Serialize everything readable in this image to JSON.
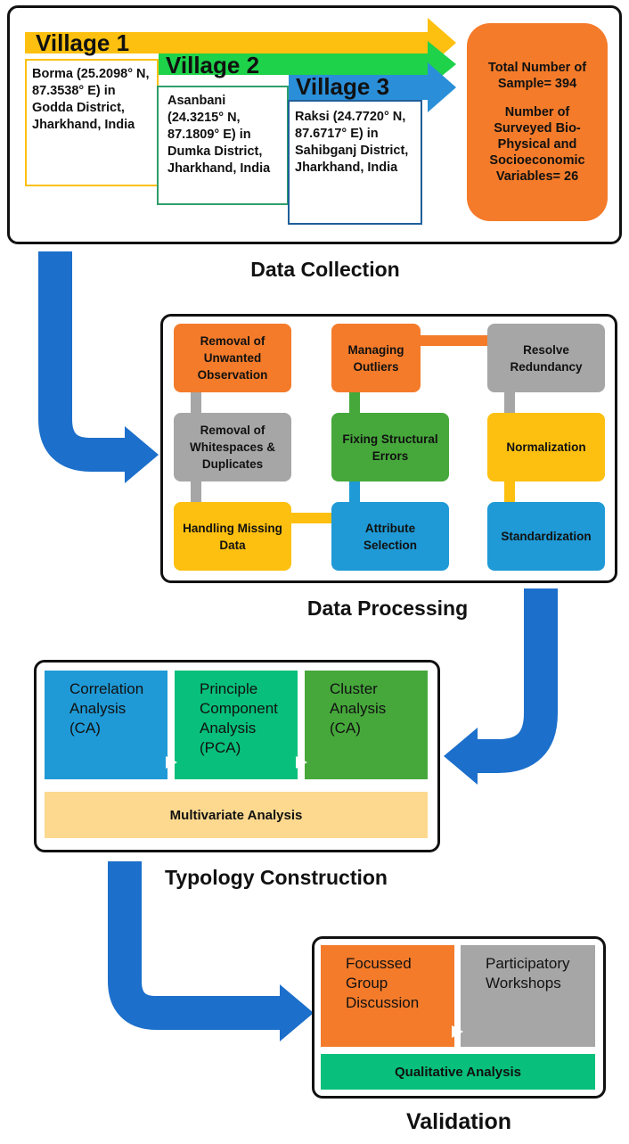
{
  "colors": {
    "orange": "#f47b2a",
    "gray": "#a6a6a6",
    "green": "#46a83b",
    "yellow": "#fdc010",
    "blue": "#1f9ad6",
    "teal_green": "#08c07b",
    "arrow_blue": "#1c6fcb",
    "village1": "#fdc010",
    "village2": "#1ed24a",
    "village3": "#2a8fd8"
  },
  "data_collection": {
    "title": "Data Collection",
    "villages": [
      {
        "label": "Village 1",
        "location": "Borma (25.2098° N, 87.3538° E) in Godda District, Jharkhand, India"
      },
      {
        "label": "Village 2",
        "location": "Asanbani (24.3215° N, 87.1809° E) in Dumka District, Jharkhand, India"
      },
      {
        "label": "Village 3",
        "location": "Raksi (24.7720° N, 87.6717° E) in Sahibganj District, Jharkhand, India"
      }
    ],
    "summary": {
      "samples": "Total Number of Sample= 394",
      "variables": "Number of Surveyed Bio-Physical and Socioeconomic Variables= 26"
    }
  },
  "data_processing": {
    "title": "Data Processing",
    "steps": {
      "removal_unwanted": "Removal of Unwanted Observation",
      "managing_outliers": "Managing Outliers",
      "resolve_redundancy": "Resolve Redundancy",
      "removal_whitespaces": "Removal of Whitespaces & Duplicates",
      "fixing_structural": "Fixing Structural Errors",
      "normalization": "Normalization",
      "handling_missing": "Handling Missing Data",
      "attribute_selection": "Attribute Selection",
      "standardization": "Standardization"
    }
  },
  "typology": {
    "title": "Typology Construction",
    "methods": [
      {
        "label": "Correlation Analysis (CA)"
      },
      {
        "label": "Principle Component Analysis (PCA)"
      },
      {
        "label": "Cluster Analysis (CA)"
      }
    ],
    "band": "Multivariate Analysis"
  },
  "validation": {
    "title": "Validation",
    "methods": [
      {
        "label": "Focussed Group Discussion"
      },
      {
        "label": "Participatory Workshops"
      }
    ],
    "band": "Qualitative Analysis"
  }
}
